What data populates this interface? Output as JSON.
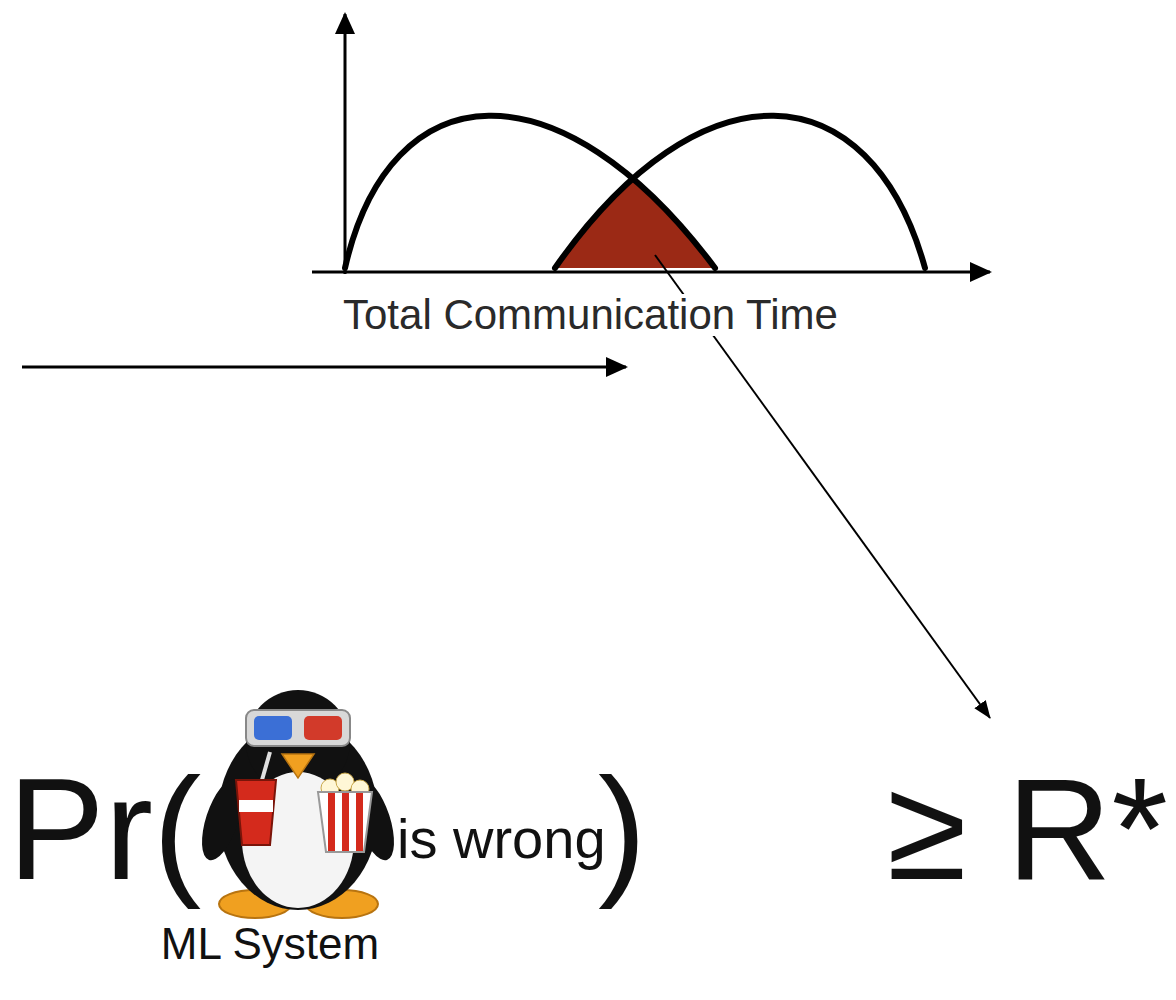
{
  "diagram": {
    "labels": [
      "Total Communication Time",
      "Pr(",
      "is wrong",
      ")",
      "≥ R*",
      "ML System"
    ]
  }
}
